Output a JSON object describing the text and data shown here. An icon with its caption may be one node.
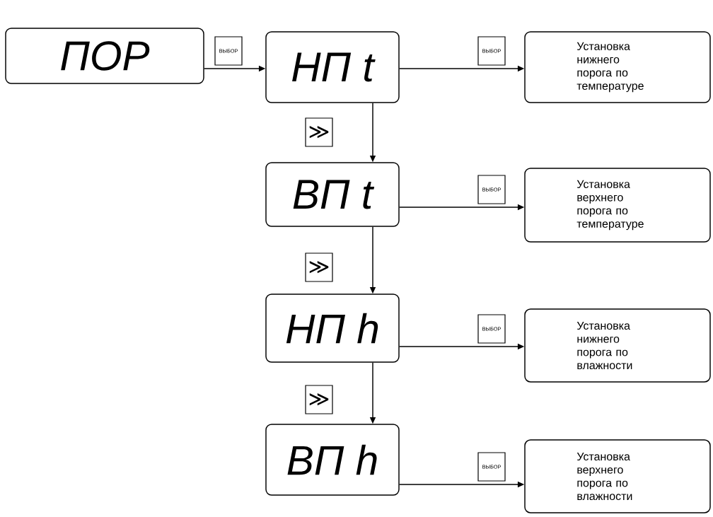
{
  "diagram": {
    "nodes": [
      {
        "text": [
          "ПОР"
        ]
      },
      {
        "text": [
          "НП t"
        ]
      },
      {
        "text": [
          "Установка нижнего порога по температуре"
        ]
      },
      {
        "text": [
          "ВП t"
        ]
      },
      {
        "text": [
          "Установка верхнего порога по температуре"
        ]
      },
      {
        "text": [
          "НП h"
        ]
      },
      {
        "text": [
          "Установка нижнего порога по влажности"
        ]
      },
      {
        "text": [
          "ВП h"
        ]
      },
      {
        "text": [
          "Установка верхнего порога по влажности"
        ]
      }
    ],
    "edges": [
      {
        "from": 0,
        "to": 1,
        "arrow": "to",
        "label": "ВЫБОР"
      },
      {
        "from": 1,
        "to": 2,
        "arrow": "to",
        "label": "ВЫБОР"
      },
      {
        "from": 1,
        "to": 3,
        "arrow": "to",
        "label": "≫"
      },
      {
        "from": 3,
        "to": 4,
        "arrow": "to",
        "label": "ВЫБОР"
      },
      {
        "from": 3,
        "to": 5,
        "arrow": "to",
        "label": "≫"
      },
      {
        "from": 5,
        "to": 6,
        "arrow": "to",
        "label": "ВЫБОР"
      },
      {
        "from": 5,
        "to": 7,
        "arrow": "to",
        "label": "≫"
      },
      {
        "from": 7,
        "to": 8,
        "arrow": "to",
        "label": "ВЫБОР"
      }
    ]
  }
}
